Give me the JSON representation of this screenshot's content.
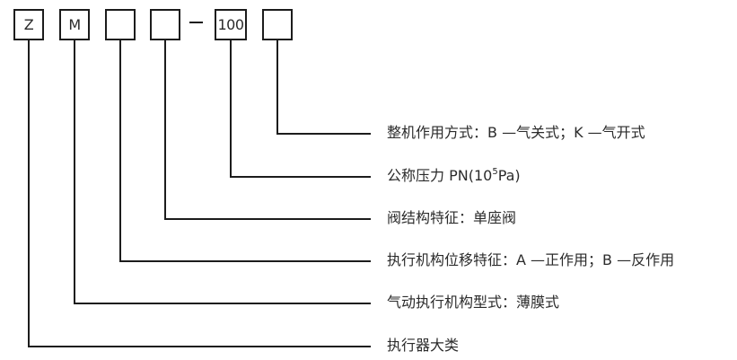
{
  "diagram": {
    "boxes": [
      {
        "code": "Z"
      },
      {
        "code": "M"
      },
      {
        "code": ""
      },
      {
        "code": ""
      },
      {
        "code": "100"
      },
      {
        "code": ""
      }
    ],
    "separator": "—",
    "rows": [
      {
        "label": "整机作用方式：B —气关式；K —气开式"
      },
      {
        "label_prefix": "公称压力 PN(10",
        "label_sup": "5",
        "label_suffix": "Pa)"
      },
      {
        "label": "阀结构特征：单座阀"
      },
      {
        "label": "执行机构位移特征：A —正作用；B —反作用"
      },
      {
        "label": "气动执行机构型式：薄膜式"
      },
      {
        "label": "执行器大类"
      }
    ],
    "colors": {
      "line": "#1c1c1c",
      "text": "#2b2b2b",
      "background": "#ffffff"
    }
  }
}
